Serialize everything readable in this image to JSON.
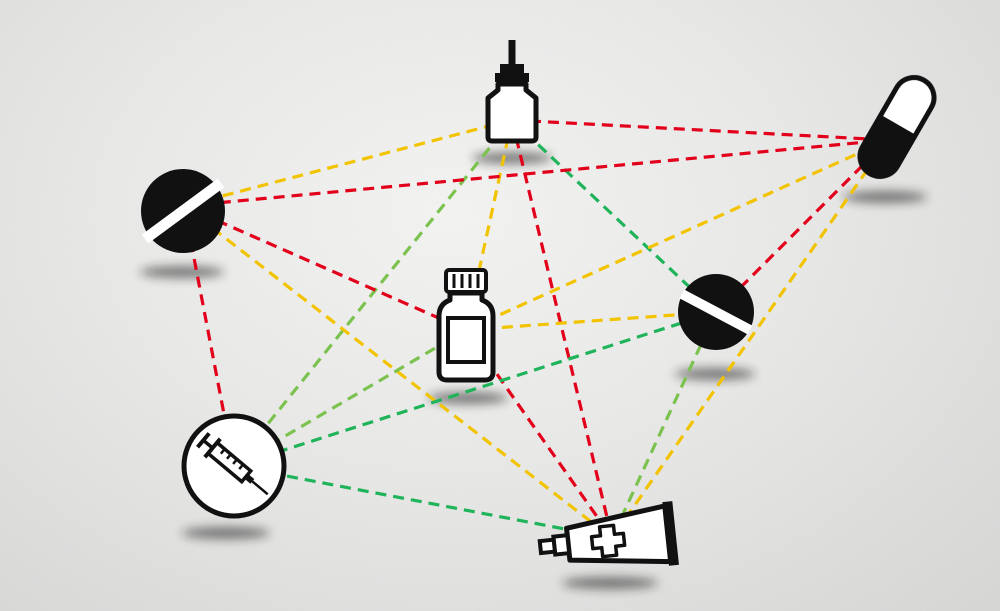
{
  "colors": {
    "high": "#e3001b",
    "moderate": "#f2c300",
    "mild": "#7bc24f",
    "safe": "#1fb35a",
    "ink": "#111111",
    "background": "#ececeb"
  },
  "nodes": [
    {
      "id": "nasal-spray",
      "icon": "nasal-spray-icon"
    },
    {
      "id": "capsule",
      "icon": "capsule-icon"
    },
    {
      "id": "tablet-left",
      "icon": "split-tablet-icon"
    },
    {
      "id": "bottle",
      "icon": "pill-bottle-icon"
    },
    {
      "id": "tablet-right",
      "icon": "split-tablet-icon"
    },
    {
      "id": "syringe",
      "icon": "syringe-icon"
    },
    {
      "id": "ointment",
      "icon": "ointment-tube-icon"
    }
  ],
  "connections": [
    {
      "from": "nasal-spray",
      "to": "capsule",
      "severity": "high"
    },
    {
      "from": "nasal-spray",
      "to": "tablet-left",
      "severity": "moderate"
    },
    {
      "from": "nasal-spray",
      "to": "bottle",
      "severity": "moderate"
    },
    {
      "from": "nasal-spray",
      "to": "syringe",
      "severity": "mild"
    },
    {
      "from": "nasal-spray",
      "to": "ointment",
      "severity": "high"
    },
    {
      "from": "nasal-spray",
      "to": "tablet-right",
      "severity": "safe"
    },
    {
      "from": "tablet-left",
      "to": "capsule",
      "severity": "high"
    },
    {
      "from": "tablet-left",
      "to": "bottle",
      "severity": "high"
    },
    {
      "from": "tablet-left",
      "to": "syringe",
      "severity": "high"
    },
    {
      "from": "tablet-left",
      "to": "ointment",
      "severity": "moderate"
    },
    {
      "from": "capsule",
      "to": "bottle",
      "severity": "moderate"
    },
    {
      "from": "capsule",
      "to": "tablet-right",
      "severity": "high"
    },
    {
      "from": "capsule",
      "to": "ointment",
      "severity": "moderate"
    },
    {
      "from": "bottle",
      "to": "tablet-right",
      "severity": "moderate"
    },
    {
      "from": "bottle",
      "to": "syringe",
      "severity": "mild"
    },
    {
      "from": "bottle",
      "to": "ointment",
      "severity": "high"
    },
    {
      "from": "tablet-right",
      "to": "syringe",
      "severity": "safe"
    },
    {
      "from": "tablet-right",
      "to": "ointment",
      "severity": "mild"
    },
    {
      "from": "syringe",
      "to": "ointment",
      "severity": "safe"
    }
  ]
}
